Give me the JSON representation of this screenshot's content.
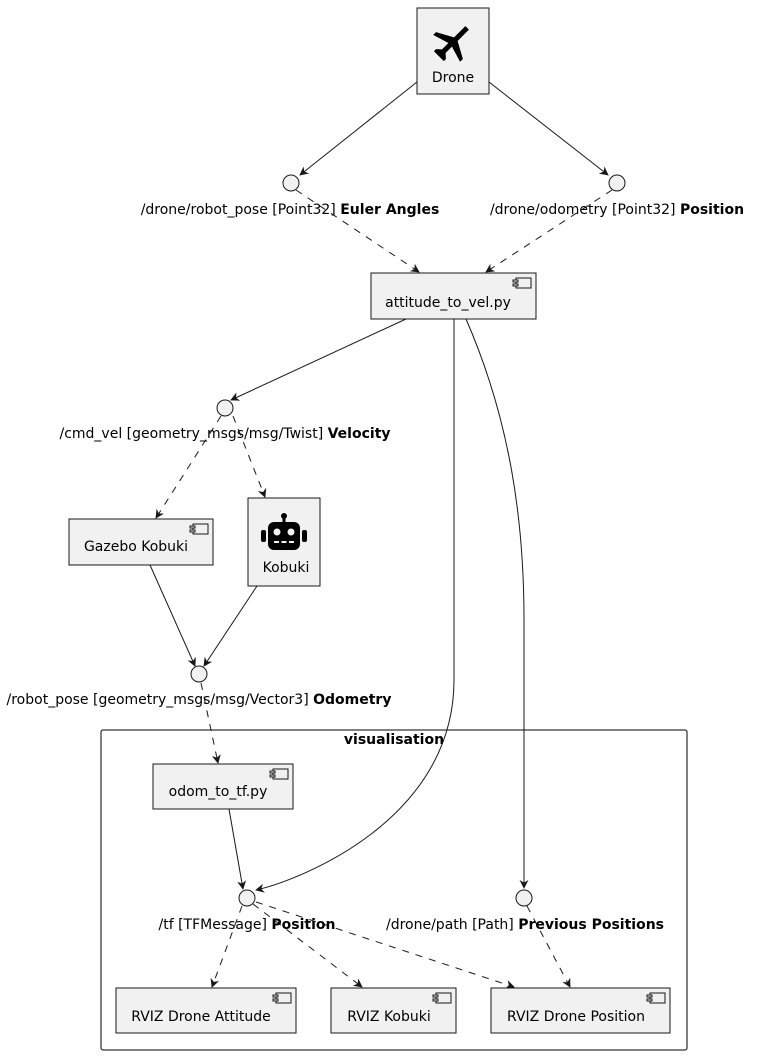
{
  "components": {
    "drone": "Drone",
    "attitude": "attitude_to_vel.py",
    "gazebo": "Gazebo Kobuki",
    "kobuki": "Kobuki",
    "odom_tf": "odom_to_tf.py",
    "rviz_attitude": "RVIZ Drone Attitude",
    "rviz_kobuki": "RVIZ Kobuki",
    "rviz_position": "RVIZ Drone Position"
  },
  "topics": {
    "robot_pose_drone": {
      "name": "/drone/robot_pose [Point32] ",
      "desc": "Euler Angles"
    },
    "odometry_drone": {
      "name": "/drone/odometry [Point32] ",
      "desc": "Position"
    },
    "cmd_vel": {
      "name": "/cmd_vel [geometry_msgs/msg/Twist] ",
      "desc": "Velocity"
    },
    "robot_pose": {
      "name": "/robot_pose [geometry_msgs/msg/Vector3] ",
      "desc": "Odometry"
    },
    "tf": {
      "name": "/tf [TFMessage] ",
      "desc": "Position"
    },
    "drone_path": {
      "name": "/drone/path [Path] ",
      "desc": "Previous Positions"
    }
  },
  "groups": {
    "visualisation": "visualisation"
  },
  "icons": {
    "drone": "airplane-icon",
    "kobuki": "robot-icon",
    "component": "component-icon"
  }
}
